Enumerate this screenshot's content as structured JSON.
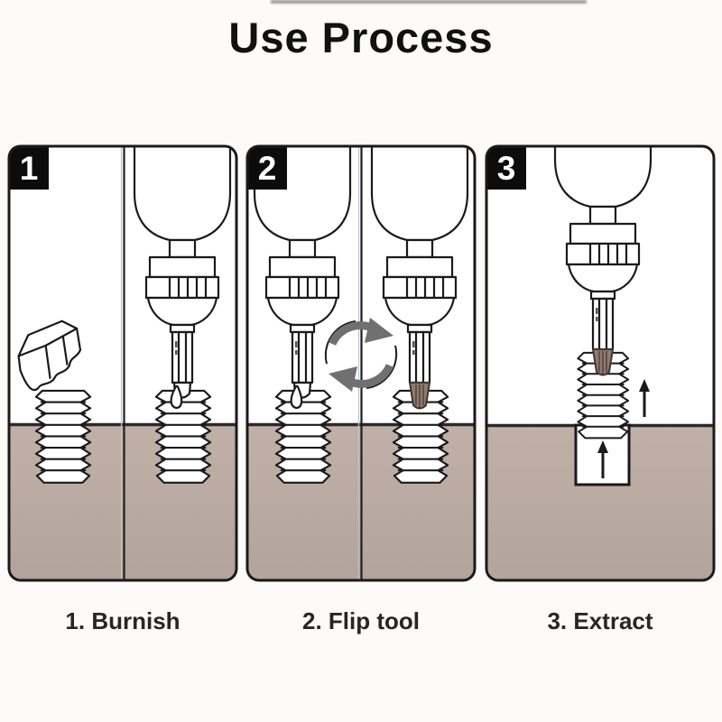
{
  "title": "Use Process",
  "steps": [
    {
      "badge": "1",
      "caption": "1. Burnish"
    },
    {
      "badge": "2",
      "caption": "2. Flip tool"
    },
    {
      "badge": "3",
      "caption": "3. Extract"
    }
  ],
  "icons": {
    "rotate-icon": "⟲⟳",
    "up-arrow-icon": "↑"
  },
  "colors": {
    "background": "#fcfbf9",
    "outline": "#1a1a1a",
    "ground_top": "#c0b0a8",
    "ground_bottom": "#b2a39b",
    "ground_line": "#2a2a2a",
    "extractor_tip": "#8d7b70",
    "rotate_arrow": "#707070",
    "badge_bg": "#0c0c0c",
    "badge_text": "#ffffff"
  }
}
